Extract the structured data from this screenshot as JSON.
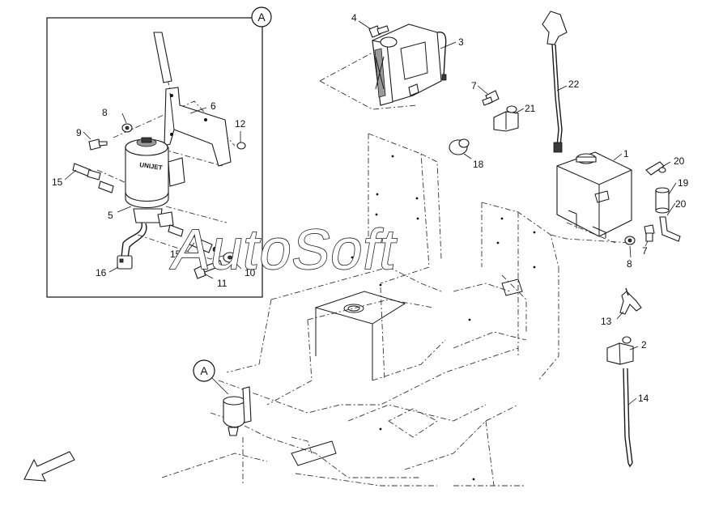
{
  "watermark": "AutoSoft",
  "detail_marker_inset": "A",
  "detail_marker_machine": "A",
  "filter_brand": "UNIJET",
  "callouts": {
    "c1": "1",
    "c2": "2",
    "c3": "3",
    "c4": "4",
    "c5": "5",
    "c6": "6",
    "c7a": "7",
    "c7b": "7",
    "c8a": "8",
    "c8b": "8",
    "c9": "9",
    "c10": "10",
    "c11": "11",
    "c12": "12",
    "c13": "13",
    "c14": "14",
    "c15a": "15",
    "c15b": "15",
    "c16": "16",
    "c18": "18",
    "c19": "19",
    "c20a": "20",
    "c20b": "20",
    "c21": "21",
    "c22": "22"
  }
}
